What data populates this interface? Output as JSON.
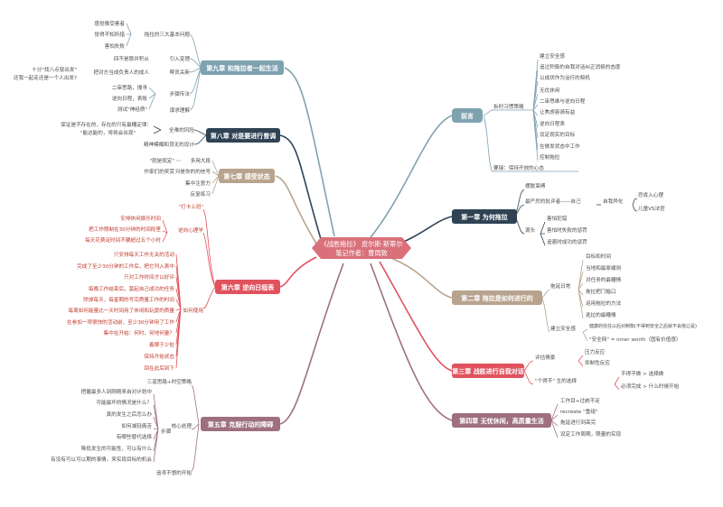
{
  "central": {
    "line1": "《战胜拖拉》 皮尔斯·斯蒂尔",
    "line2": "笔记作者：曹周致"
  },
  "colors": {
    "central": "#d9707a",
    "intro": "#7fa2b0",
    "ch1": "#2f4355",
    "ch2": "#b8a38e",
    "ch3": "#e0525d",
    "ch4": "#9e6f80",
    "ch5": "#9e6f80",
    "ch6": "#e0525d",
    "ch7": "#b8a38e",
    "ch8": "#2f4355",
    "ch9": "#7fa2b0"
  },
  "branches": {
    "intro": {
      "label": "前言",
      "sub1": "拆时习惯策略",
      "items": [
        "建立安全感",
        "追过积极的自我对话纠正消极的态度",
        "以成状作为治疗的契机",
        "无优休闲",
        "二审思维与逆向日程",
        "让焦虑容骑有益",
        "逆向日程表",
        "设定现实的目标",
        "在做发状态中工作",
        "控制拖拉"
      ],
      "sub2": "要瑞：保持开放的心态"
    },
    "ch1": {
      "label": "第一章 为何拖拉",
      "a": "摆脱束缚",
      "b": "最严厉的批评者——自己",
      "b_child": "自我异化",
      "b_items": [
        "恐肯入心理",
        "儿童VS法官"
      ],
      "c": "源头",
      "c_items": [
        "害怕犯错",
        "害怕时失败的惩罚",
        "追避时成功的惩罚"
      ]
    },
    "ch2": {
      "label": "第二章 拖拉是如何进行的",
      "sub1": "拖延日常",
      "items": [
        "目标和时间",
        "当地和最原缓则",
        "对任务的最糟情",
        "拖拉把门槛口",
        "运用拖拉的方法",
        "逃拉的最糟情"
      ],
      "sub2": "建立安全感",
      "items2": [
        "健康的信任以后对制衡(不得到安全之后就不会拖让是)",
        "\"安全网\" = inner worth（固有价值感）"
      ]
    },
    "ch3": {
      "label": "第三章 战胜进行自我对话",
      "sub1": "评估情景",
      "items1": [
        "压力反应",
        "抑制性反应"
      ],
      "sub2": "\"个得不\" 生的选择",
      "items2": [
        "不得不做 > 选择做",
        "必须完成 > 什么时候开始"
      ]
    },
    "ch4": {
      "label": "第四章 无忧休闲，高质量生活",
      "items": [
        "工作目+过统不足",
        "recreate \"重组\"",
        "拖延进行到高完",
        "设定工作周期，限量的实现"
      ]
    },
    "ch5": {
      "label": "第五章 克服行动的障碍",
      "sub1": "三道思路+时空策略",
      "sub2": "核心处理",
      "sub3": "步骤",
      "items": [
        "把握最多人到刚刚来自对计划中",
        "可能最坏的情况是什么？",
        "真的发生之后怎么办",
        "如何减轻痛苦",
        "有哪些替代选择",
        "降低发生的可能性，可以有什么",
        "有没有可以可以期的事情，来实现目标的机会"
      ],
      "sub4": "追寻不想的开始"
    },
    "ch6": {
      "label": "第六章 逆向日程表",
      "quote": "\"打卡上班\"",
      "sub1": "逆向心理学",
      "items1": [
        "安排休闲娱乐时间",
        "把工作限制在30分钟的时间段里",
        "每天花费足时间不要超过五个小时"
      ],
      "sub2": "如何使用",
      "items2": [
        "只安排每天工作无关的活动",
        "完成了至少30分钟的工作后，把它列入表中",
        "只对工作时间才以好评",
        "每晚工作结束后，莫起自己成功的任务",
        "除掉每天，每星期的写完质量工作的时间",
        "每周如何能量比一天时间用了休闲和玩耍的质量",
        "在参加一项很快的活动前，至少30分钟用了工作",
        "集中在开始：何时，何地何量？",
        "着眼于少处",
        "保持开始状态",
        "回在此后到下"
      ]
    },
    "ch7": {
      "label": "第七章 感受状态",
      "quote": "\"就是现定\"",
      "items": [
        "多用大段",
        "只是你的的信号",
        "集中注意力",
        "反复练习"
      ],
      "left": "作家们的奖赏"
    },
    "ch8": {
      "label": "第八章 对是要进行曾调",
      "sub1": "全难的风险",
      "left1": "保证是不存在的，存在的只有最糟定律：",
      "left2": "\"能达能的，将将会出现\"",
      "sub2": "精神模糊和顶无的设计"
    },
    "ch9": {
      "label": "第九章 和拖拉者一起生活",
      "sub1": "拖拉的三大基本问题",
      "items1": [
        "感觉像受害者",
        "觉得不知所措",
        "害怕失败"
      ],
      "sub2": "引入变理",
      "sub2_left": "四不是那并积从",
      "sub3": "帮员关新",
      "sub3_left": "把对方当成负责人的成人",
      "sub3_note1": "十分\"找八点就出发\"",
      "sub3_note2": "还我一起走还是一个人出发?",
      "sub4": "步骤传法",
      "items4": [
        "二审思路，搜寻",
        "逆向日程，表账",
        "测试\"神经质\""
      ],
      "sub5": "谋求理解"
    }
  }
}
